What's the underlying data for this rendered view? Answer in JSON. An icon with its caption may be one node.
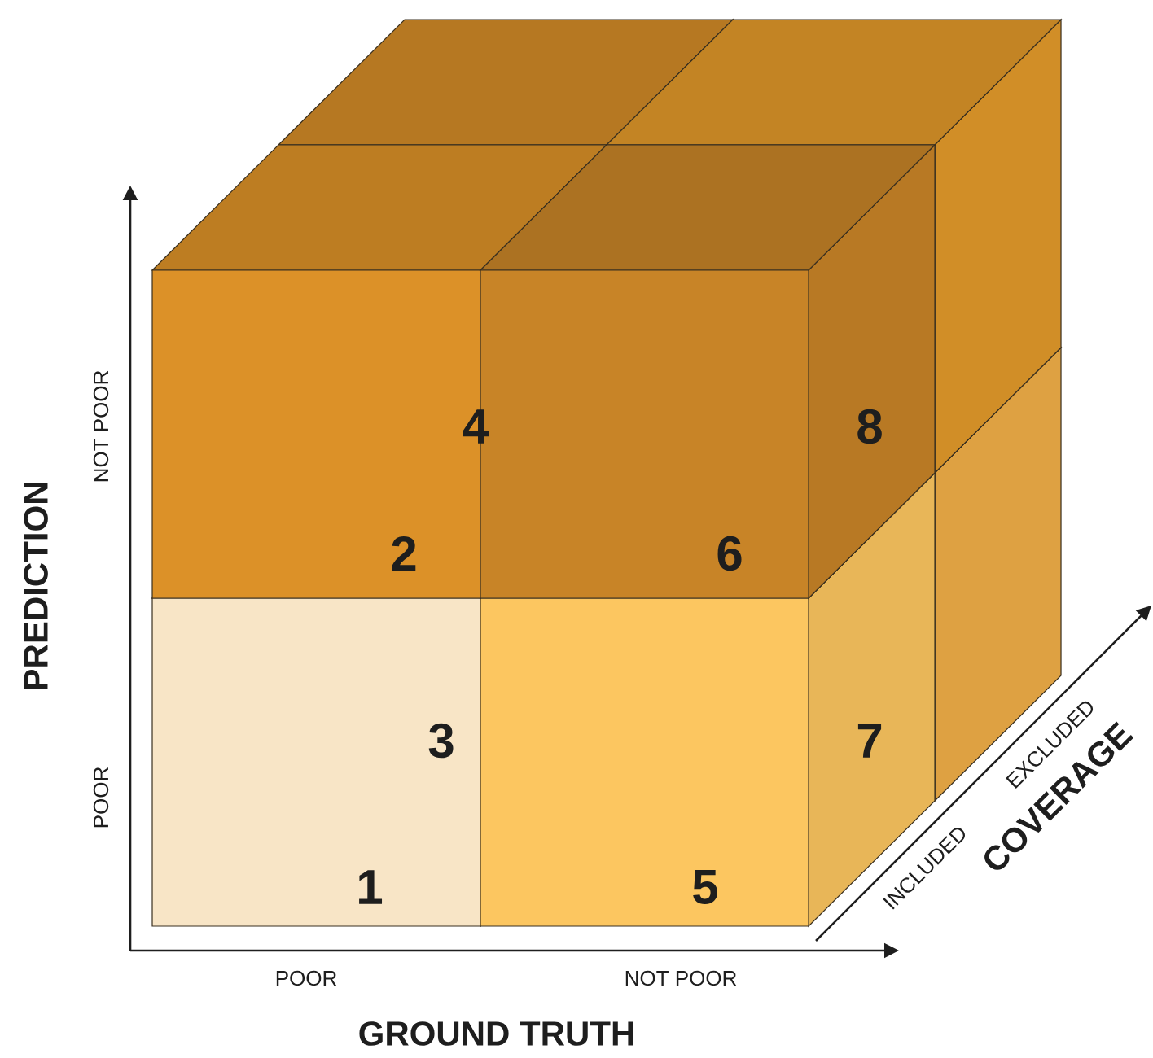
{
  "diagram": {
    "labels": [
      "PREDICTION",
      "NOT POOR",
      "POOR",
      "4",
      "8",
      "2",
      "6",
      "3",
      "7",
      "1",
      "5",
      "EXCLUDED",
      "INCLUDED",
      "COVERAGE",
      "POOR",
      "NOT POOR",
      "GROUND TRUTH"
    ]
  }
}
